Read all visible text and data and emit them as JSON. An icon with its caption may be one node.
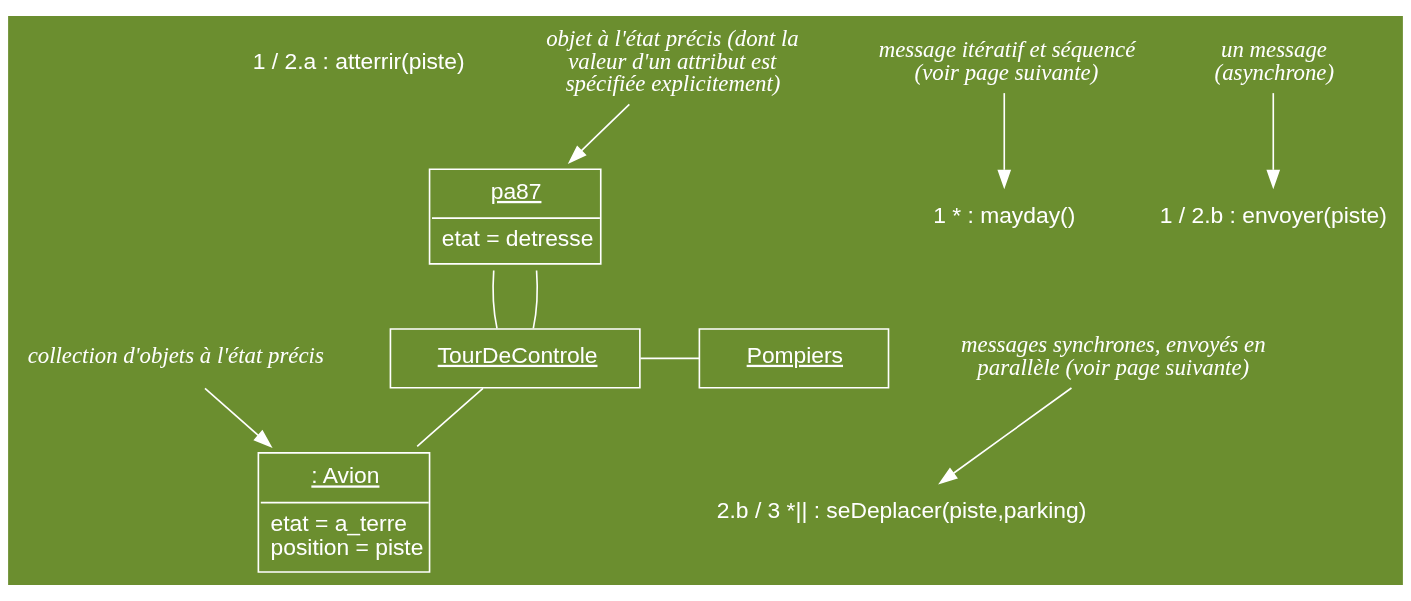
{
  "diagram": {
    "nodes": [
      {
        "text": [
          "TourDeControle"
        ]
      },
      {
        "text": [
          "Pompiers"
        ]
      },
      {
        "text": [
          "pa87",
          "etat = detresse"
        ]
      },
      {
        "text": [
          ": Avion",
          "etat = a_terre",
          "position = piste"
        ]
      },
      {
        "text": [
          "1 * : mayday()"
        ]
      },
      {
        "text": [
          "1 / 2.a : atterrir(piste)"
        ]
      },
      {
        "text": [
          "1 / 2.b : envoyer(piste)"
        ]
      },
      {
        "text": [
          "2.b / 3 *|| : seDeplacer(piste,parking)"
        ]
      },
      {
        "text": [
          "message itératif et séquencé (voir page suivante)"
        ]
      },
      {
        "text": [
          "un message (asynchrone)"
        ]
      },
      {
        "text": [
          "objet à l'état précis (dont la valeur d'un attribut est spécifiée explicitement)"
        ]
      },
      {
        "text": [
          "messages synchrones, envoyés en parallèle (voir page suivante)"
        ]
      },
      {
        "text": [
          "collection d'objets à l'état précis"
        ]
      }
    ],
    "edges": [
      {
        "from": 0,
        "to": 1,
        "arrow": "none"
      },
      {
        "from": 2,
        "to": 0,
        "arrow": "none"
      },
      {
        "from": 2,
        "to": 0,
        "arrow": "none"
      },
      {
        "from": 0,
        "to": 3,
        "arrow": "none"
      },
      {
        "from": 8,
        "to": 4,
        "arrow": "to"
      },
      {
        "from": 9,
        "to": 6,
        "arrow": "to"
      },
      {
        "from": 10,
        "to": 2,
        "arrow": "to"
      },
      {
        "from": 11,
        "to": 7,
        "arrow": "to"
      },
      {
        "from": 12,
        "to": 3,
        "arrow": "to"
      }
    ]
  }
}
